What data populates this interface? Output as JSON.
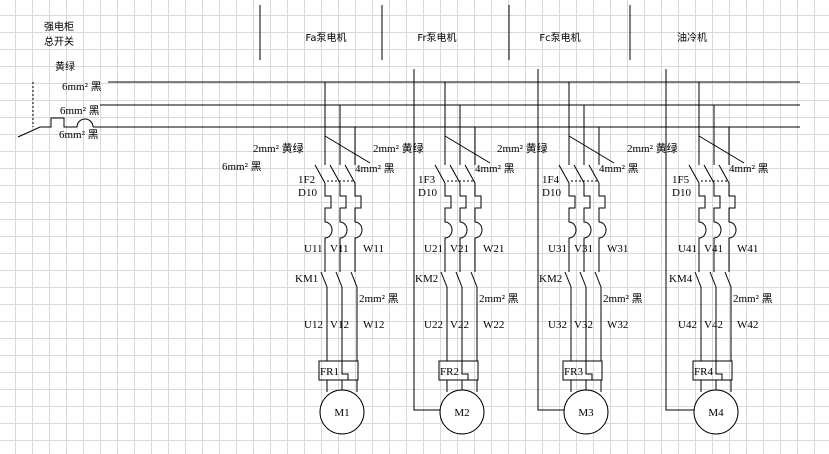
{
  "cabinet_label": [
    "强电柜",
    "总开关"
  ],
  "ground_label": "黄绿",
  "bus_labels": [
    "6mm² 黑",
    "6mm² 黑",
    "6mm² 黑"
  ],
  "left_wire_label": "6mm² 黑",
  "line_color": "#000000",
  "columns": [
    {
      "title": "Fa泵电机",
      "ground_label": "2mm² 黄绿",
      "tap_label": "4mm² 黑",
      "breaker": "1F2",
      "breaker_type": "D10",
      "upper": [
        "U11",
        "V11",
        "W11"
      ],
      "contactor": "KM1",
      "wire_label": "2mm² 黑",
      "lower": [
        "U12",
        "V12",
        "W12"
      ],
      "relay": "FR1",
      "motor": "M1",
      "has_ground_wire": false
    },
    {
      "title": "Fr泵电机",
      "ground_label": "2mm² 黄绿",
      "tap_label": "4mm² 黑",
      "breaker": "1F3",
      "breaker_type": "D10",
      "upper": [
        "U21",
        "V21",
        "W21"
      ],
      "contactor": "KM2",
      "wire_label": "2mm² 黑",
      "lower": [
        "U22",
        "V22",
        "W22"
      ],
      "relay": "FR2",
      "motor": "M2",
      "has_ground_wire": true
    },
    {
      "title": "Fc泵电机",
      "ground_label": "2mm² 黄绿",
      "tap_label": "4mm² 黑",
      "breaker": "1F4",
      "breaker_type": "D10",
      "upper": [
        "U31",
        "V31",
        "W31"
      ],
      "contactor": "KM2",
      "wire_label": "2mm² 黑",
      "lower": [
        "U32",
        "V32",
        "W32"
      ],
      "relay": "FR3",
      "motor": "M3",
      "has_ground_wire": true
    },
    {
      "title": "油冷机",
      "ground_label": "2mm² 黄绿",
      "tap_label": "4mm² 黑",
      "breaker": "1F5",
      "breaker_type": "D10",
      "upper": [
        "U41",
        "V41",
        "W41"
      ],
      "contactor": "KM4",
      "wire_label": "2mm² 黑",
      "lower": [
        "U42",
        "V42",
        "W42"
      ],
      "relay": "FR4",
      "motor": "M4",
      "has_ground_wire": true
    }
  ]
}
